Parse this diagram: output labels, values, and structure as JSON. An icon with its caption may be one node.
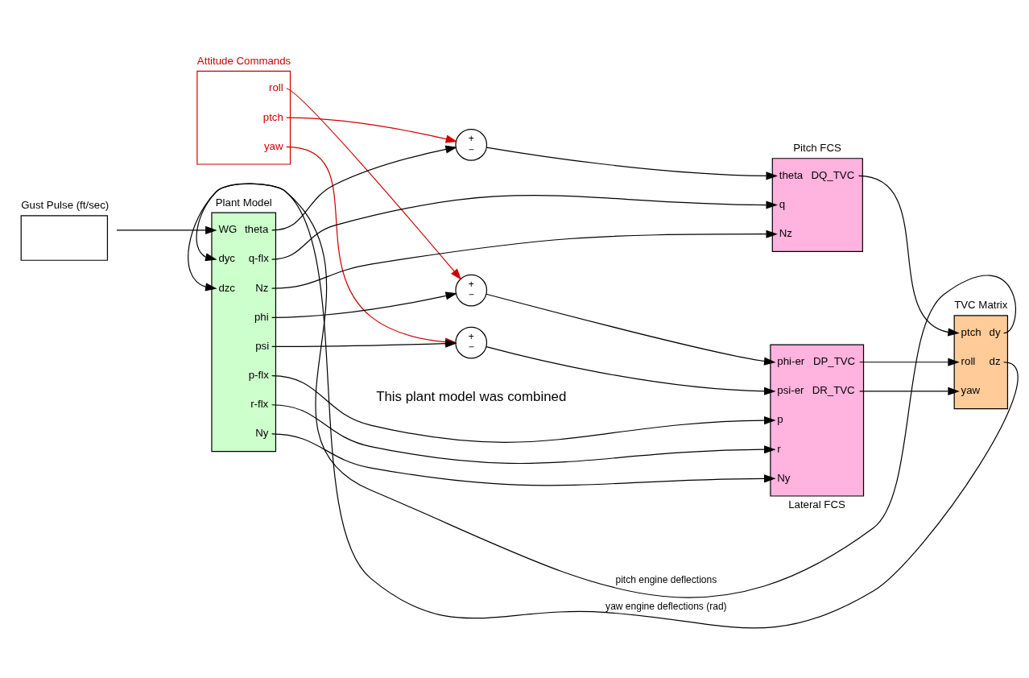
{
  "diagram": {
    "nodes": [
      {
        "text": [
          "Attitude Commands",
          "roll",
          "ptch",
          "yaw"
        ]
      },
      {
        "text": [
          "Gust Pulse (ft/sec)"
        ]
      },
      {
        "text": [
          "Plant Model",
          "WG",
          "dyc",
          "dzc",
          "theta",
          "q-flx",
          "Nz",
          "phi",
          "psi",
          "p-flx",
          "r-flx",
          "Ny"
        ]
      },
      {
        "text": [
          "+",
          "−"
        ]
      },
      {
        "text": [
          "+",
          "−"
        ]
      },
      {
        "text": [
          "+",
          "−"
        ]
      },
      {
        "text": [
          "Pitch FCS",
          "theta",
          "q",
          "Nz",
          "DQ_TVC"
        ]
      },
      {
        "text": [
          "Lateral FCS",
          "phi-er",
          "psi-er",
          "p",
          "r",
          "Ny",
          "DP_TVC",
          "DR_TVC"
        ]
      },
      {
        "text": [
          "TVC Matrix",
          "ptch",
          "roll",
          "yaw",
          "dy",
          "dz"
        ]
      }
    ],
    "edges": [
      {
        "from": 1,
        "to": 2,
        "arrow": "to"
      },
      {
        "from": 2,
        "to": 3,
        "arrow": "to"
      },
      {
        "from": 0,
        "to": 3,
        "arrow": "to",
        "color": "#cc0000"
      },
      {
        "from": 0,
        "to": 4,
        "arrow": "to",
        "color": "#cc0000"
      },
      {
        "from": 0,
        "to": 5,
        "arrow": "to",
        "color": "#cc0000"
      },
      {
        "from": 3,
        "to": 6,
        "arrow": "to"
      },
      {
        "from": 2,
        "to": 6,
        "arrow": "to"
      },
      {
        "from": 2,
        "to": 6,
        "arrow": "to"
      },
      {
        "from": 2,
        "to": 4,
        "arrow": "to"
      },
      {
        "from": 4,
        "to": 7,
        "arrow": "to"
      },
      {
        "from": 2,
        "to": 5,
        "arrow": "to"
      },
      {
        "from": 5,
        "to": 7,
        "arrow": "to"
      },
      {
        "from": 2,
        "to": 7,
        "arrow": "to"
      },
      {
        "from": 2,
        "to": 7,
        "arrow": "to"
      },
      {
        "from": 2,
        "to": 7,
        "arrow": "to"
      },
      {
        "from": 6,
        "to": 8,
        "arrow": "to"
      },
      {
        "from": 7,
        "to": 8,
        "arrow": "to"
      },
      {
        "from": 7,
        "to": 8,
        "arrow": "to"
      },
      {
        "from": 8,
        "to": 2,
        "arrow": "to",
        "label": "pitch engine deflections"
      },
      {
        "from": 8,
        "to": 2,
        "arrow": "to",
        "label": "yaw engine deflections (rad)"
      }
    ],
    "labels": [
      "This plant model was combined"
    ]
  }
}
